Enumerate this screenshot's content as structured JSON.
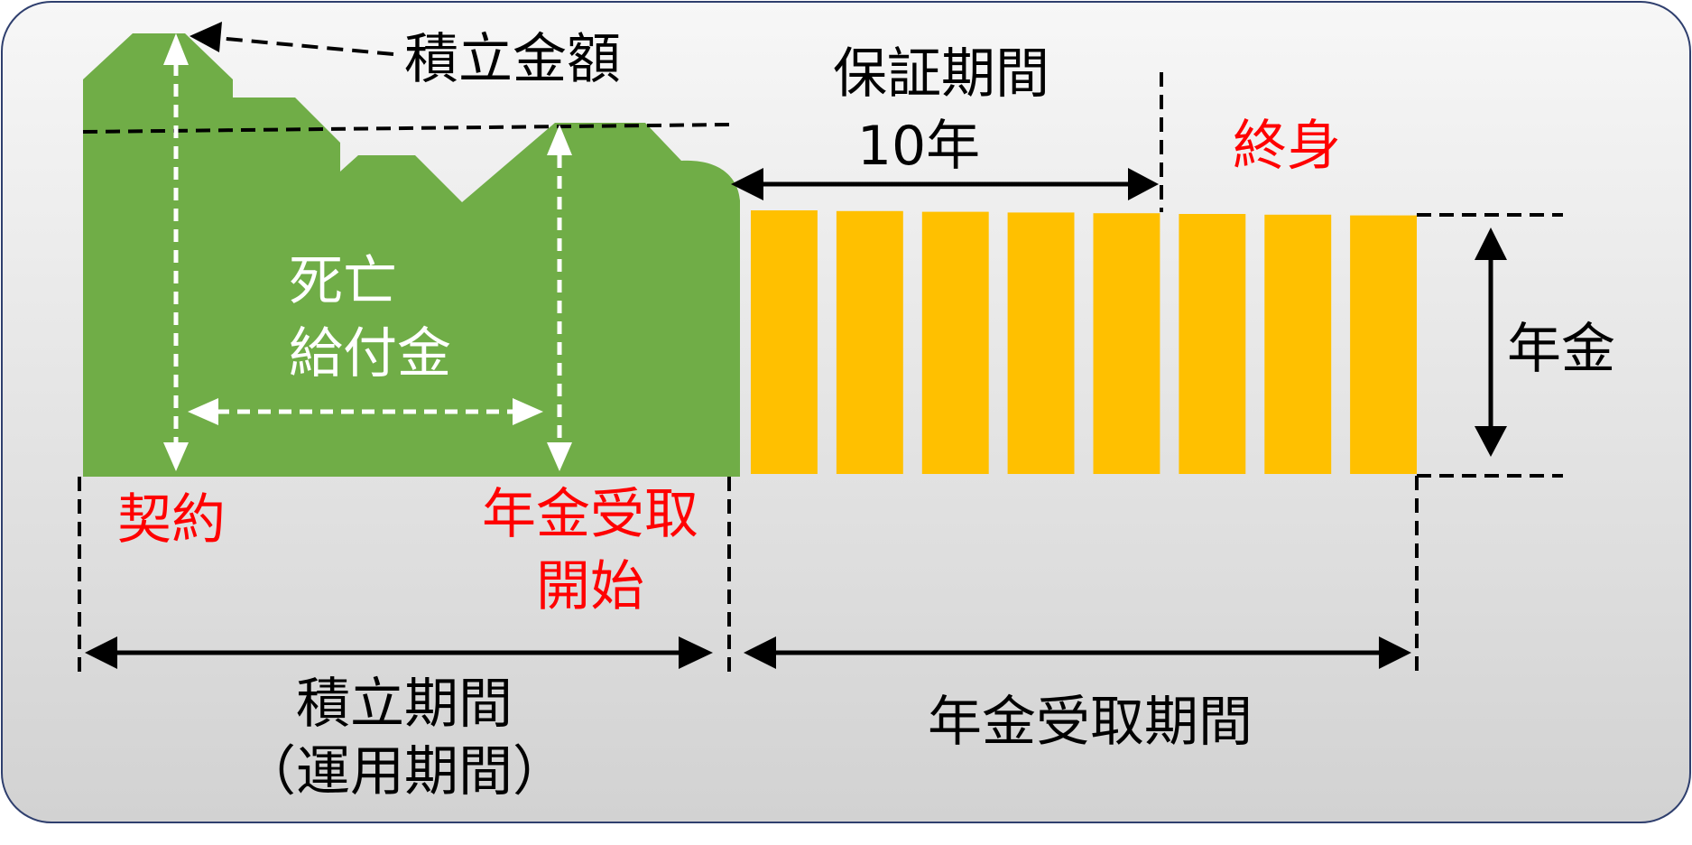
{
  "labels": {
    "accumulated_amount": "積立金額",
    "guarantee_period": "保証期間",
    "guarantee_years": "10年",
    "lifetime": "終身",
    "pension_amount": "年金",
    "death_benefit_line1": "死亡",
    "death_benefit_line2": "給付金",
    "contract": "契約",
    "pension_start_line1": "年金受取",
    "pension_start_line2": "開始",
    "accumulation_period_line1": "積立期間",
    "accumulation_period_line2": "（運用期間）",
    "pension_receipt_period": "年金受取期間"
  },
  "pension_payment_count": 8,
  "colors": {
    "accumulation_fill": "#70AD47",
    "pension_fill": "#FFC000",
    "highlight_text": "#FF0000",
    "line": "#000000",
    "inner_arrow": "#FFFFFF"
  }
}
